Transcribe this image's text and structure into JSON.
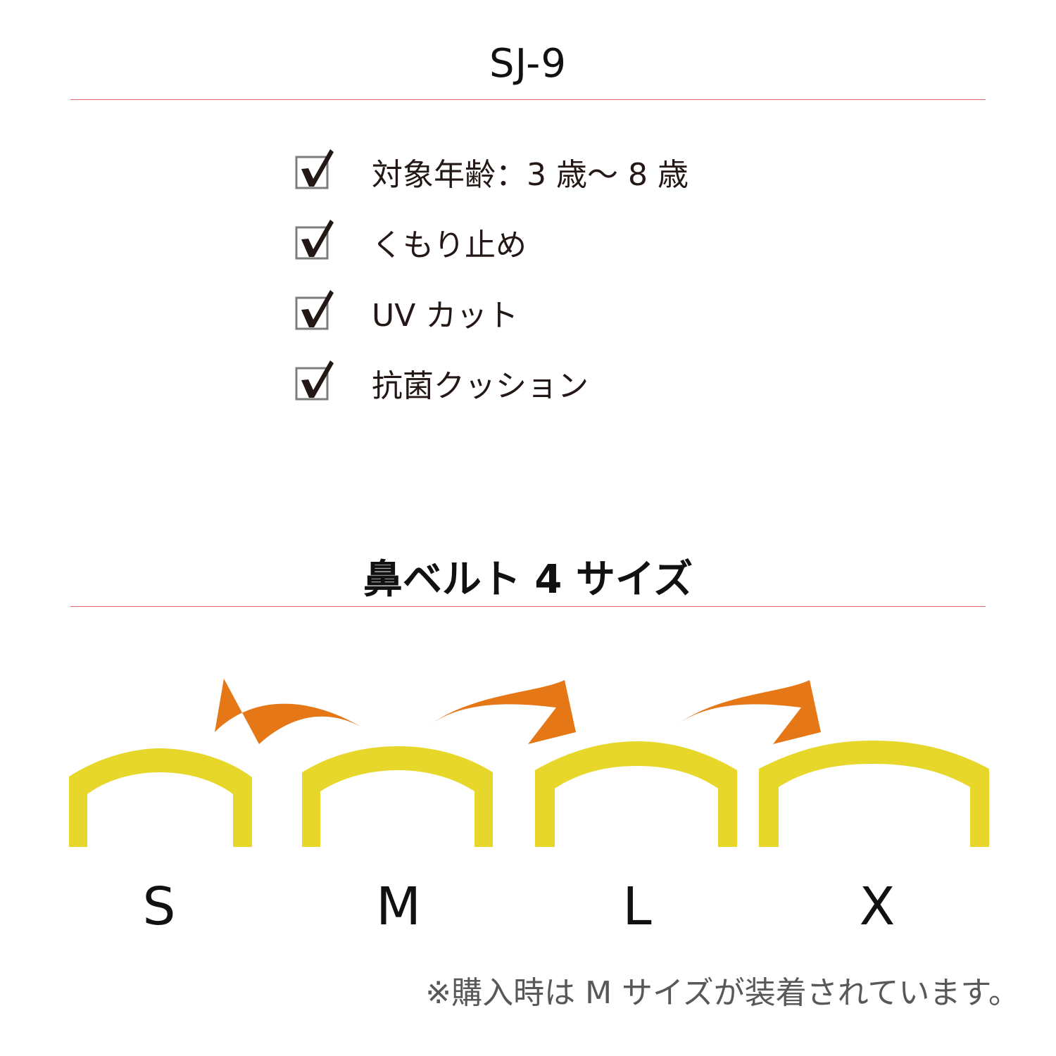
{
  "model": "SJ-9",
  "features": [
    "対象年齢：3 歳〜 8 歳",
    "くもり止め",
    "UV カット",
    "抗菌クッション"
  ],
  "section_title": "鼻ベルト 4 サイズ",
  "sizes": [
    "S",
    "M",
    "L",
    "X"
  ],
  "note": "※購入時は M サイズが装着されています。",
  "colors": {
    "belt": "#e6d72a",
    "arrow": "#e57716",
    "rule": "#e06a6a",
    "check": "#231815",
    "checkbox_border": "#7d7d7d"
  },
  "icons": {
    "feature_marker": "checked-checkbox-icon",
    "belt": "nose-belt-icon",
    "arrow": "curved-arrow-icon"
  }
}
